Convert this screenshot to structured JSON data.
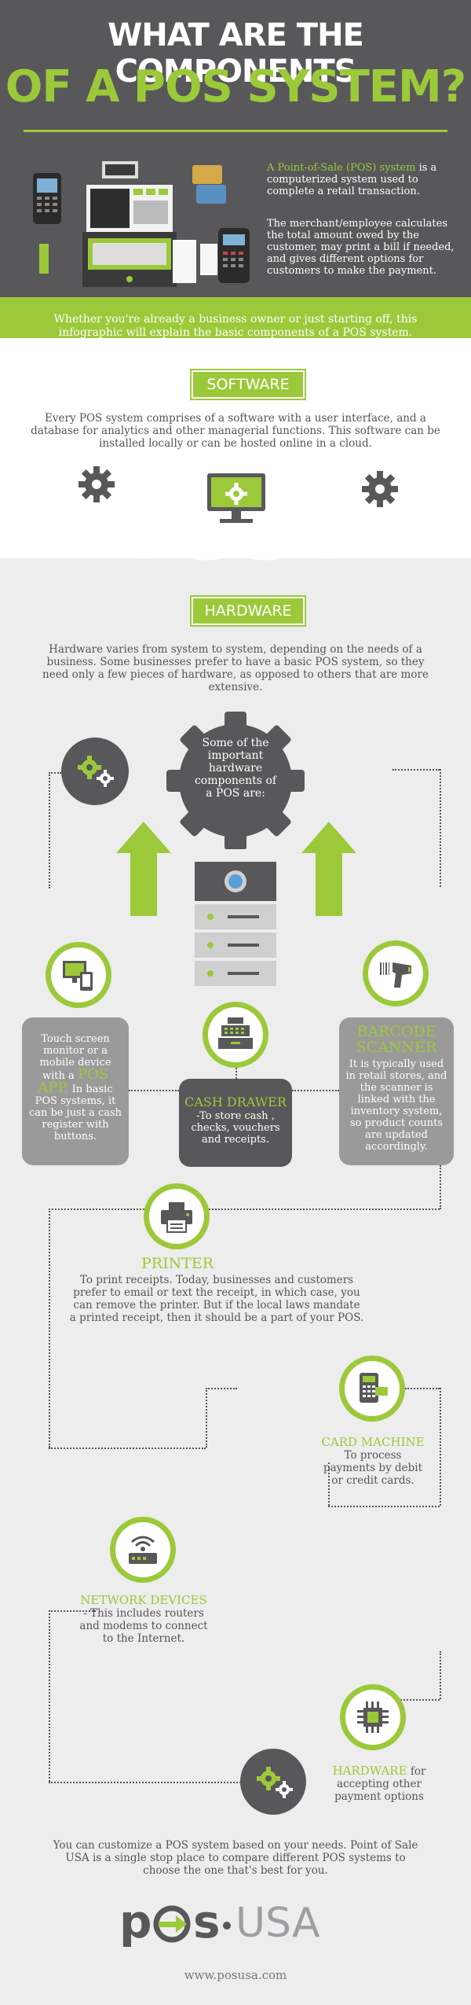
{
  "header": {
    "title_line1": "WHAT ARE THE COMPONENTS",
    "title_line2": "OF A POS SYSTEM?",
    "intro_highlight": "A Point-of-Sale (POS) system",
    "intro_rest": "is a computerized system used to complete a retail transaction.",
    "intro_p2": "The merchant/employee calculates the total amount owed by the customer, may print a bill if needed, and gives different options for customers to make the payment."
  },
  "band": {
    "text": "Whether you're already a business owner or just starting off, this infographic will explain the basic components of a POS system."
  },
  "software": {
    "label": "SOFTWARE",
    "text": "Every POS system comprises of a software with a user interface, and a database for analytics and other managerial functions.  This software can be installed locally or can be hosted online in a cloud."
  },
  "hardware": {
    "label": "HARDWARE",
    "text": "Hardware varies from system to system, depending on the needs of a business. Some businesses prefer to have a basic POS system, so they need only a few pieces of hardware, as opposed to others that are more extensive.",
    "gear_text": "Some of the important hardware components of a POS are:"
  },
  "touch": {
    "line1": "Touch screen monitor or a mobile device with a",
    "app": "POS APP.",
    "line2": "In basic POS systems, it can be just a cash register with buttons."
  },
  "barcode": {
    "title": "BARCODE SCANNER",
    "text": "It is typically used in retail stores, and the scanner is linked with the inventory system, so product counts are updated accordingly."
  },
  "cash": {
    "title": "CASH DRAWER",
    "text": "-To store cash , checks, vouchers and receipts."
  },
  "printer": {
    "title": "PRINTER",
    "text": "To print receipts. Today, businesses and customers prefer to email or text the receipt, in which case, you can remove the printer. But if the local laws mandate a printed receipt, then it should be a part of your POS."
  },
  "card": {
    "title": "CARD MACHINE",
    "text": "To process payments by debit or credit cards."
  },
  "network": {
    "title": "NETWORK DEVICES",
    "text": "- This includes routers and modems to connect to the Internet."
  },
  "hw_payment": {
    "title": "HARDWARE",
    "text1": "for",
    "text2": "accepting other payment options"
  },
  "closing": {
    "text": "You can customize a POS system based on your needs.  Point of Sale USA is a single stop place to compare different POS systems to choose the one that's best for you."
  },
  "logo": {
    "left": "p",
    "middle": "s",
    "right": "USA"
  },
  "footer": {
    "url": "www.posusa.com"
  },
  "colors": {
    "green": "#9cc93a",
    "dark": "#58585a",
    "gray_card": "#9a9a9a"
  }
}
